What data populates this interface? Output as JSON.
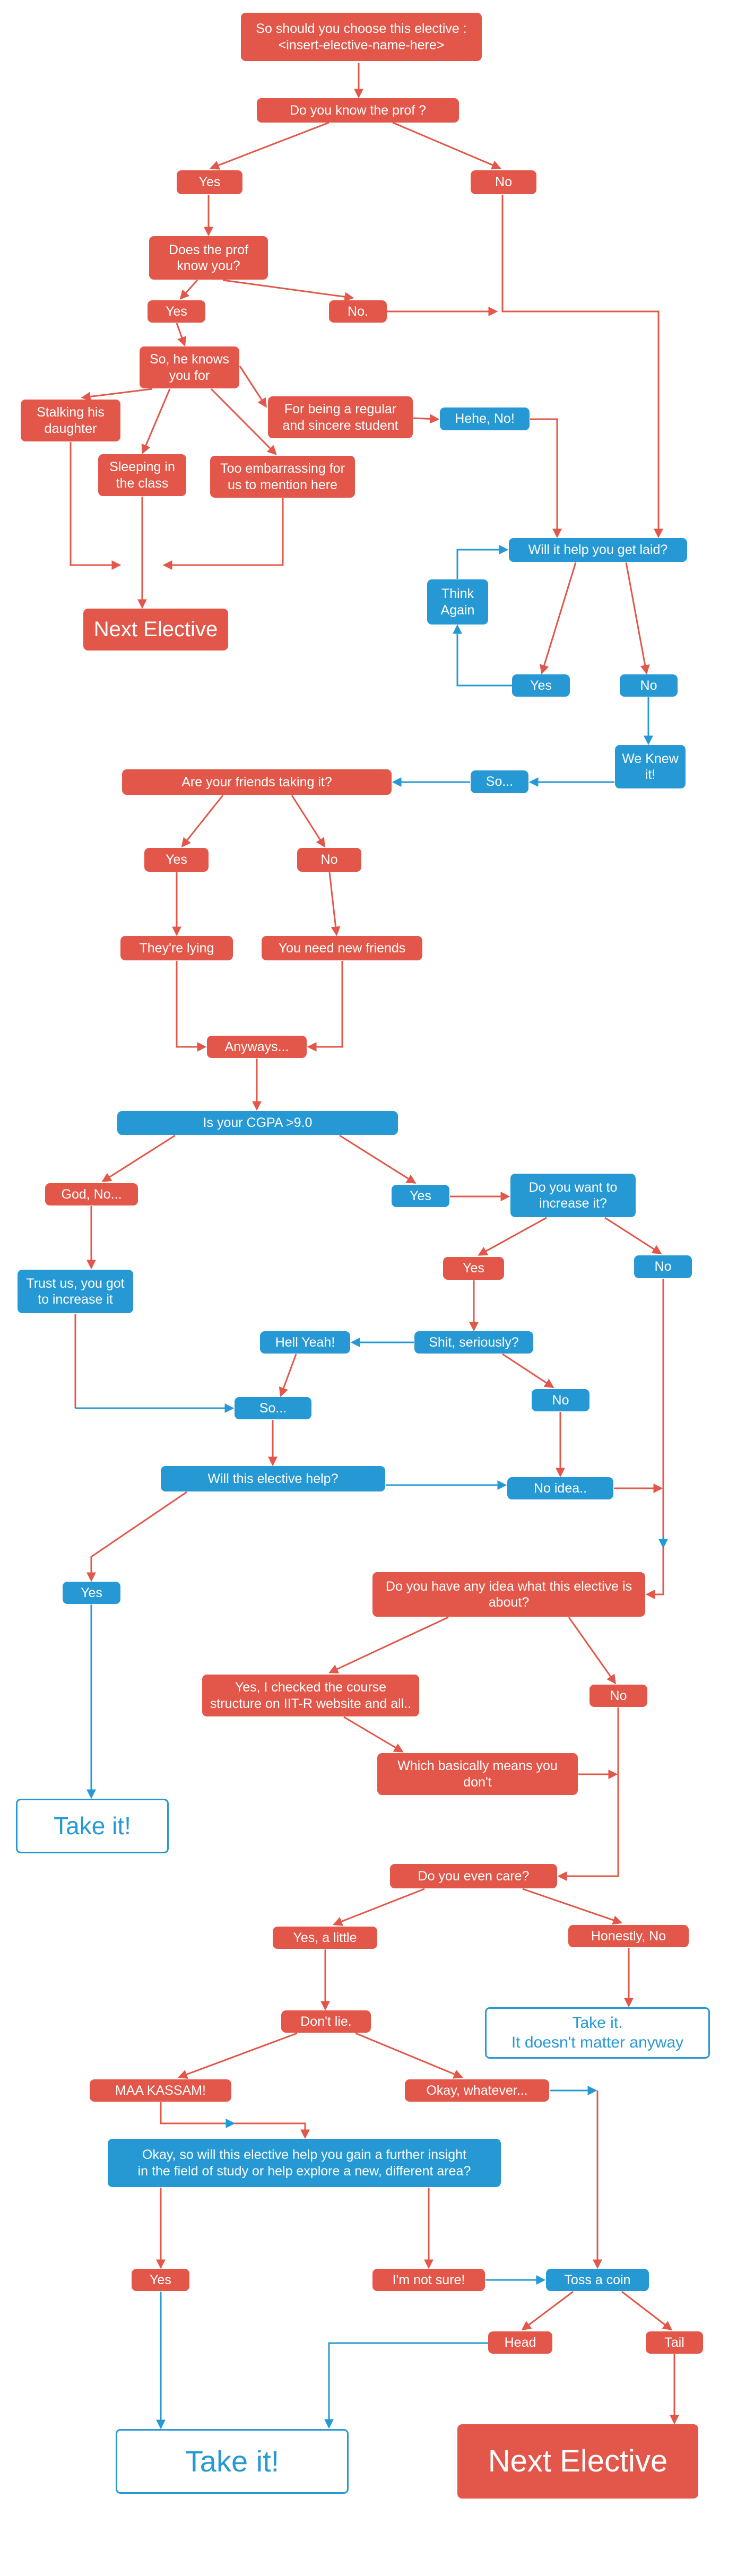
{
  "colors": {
    "red": "#e25749",
    "blue": "#2699d4",
    "background": "#ffffff"
  },
  "nodes": {
    "start": {
      "label": "So should you choose this elective :\n<insert-elective-name-here>"
    },
    "q-know-prof": {
      "label": "Do you know the prof ?"
    },
    "yes-know-prof": {
      "label": "Yes"
    },
    "no-know-prof": {
      "label": "No"
    },
    "q-prof-know-you": {
      "label": "Does the prof know you?"
    },
    "yes-prof-knows": {
      "label": "Yes"
    },
    "no-prof-knows": {
      "label": "No."
    },
    "knows-you-for": {
      "label": "So, he knows you for"
    },
    "stalking": {
      "label": "Stalking his daughter"
    },
    "regular-student": {
      "label": "For being a regular and sincere student"
    },
    "hehe-no": {
      "label": "Hehe, No!"
    },
    "sleeping": {
      "label": "Sleeping in the class"
    },
    "too-embarrassing": {
      "label": "Too embarrassing for us to mention here"
    },
    "will-get-laid": {
      "label": "Will it help you get laid?"
    },
    "think-again": {
      "label": "Think Again"
    },
    "next-elective-top": {
      "label": "Next Elective"
    },
    "laid-yes": {
      "label": "Yes"
    },
    "laid-no": {
      "label": "No"
    },
    "we-knew-it": {
      "label": "We Knew it!"
    },
    "so-1": {
      "label": "So..."
    },
    "friends-taking": {
      "label": "Are your friends taking it?"
    },
    "friends-yes": {
      "label": "Yes"
    },
    "friends-no": {
      "label": "No"
    },
    "theyre-lying": {
      "label": "They're lying"
    },
    "new-friends": {
      "label": "You need new friends"
    },
    "anyways": {
      "label": "Anyways..."
    },
    "cgpa": {
      "label": "Is your CGPA >9.0"
    },
    "god-no": {
      "label": "God, No..."
    },
    "cgpa-yes": {
      "label": "Yes"
    },
    "want-increase": {
      "label": "Do you want to increase it?"
    },
    "trust-us": {
      "label": "Trust us, you got to increase it"
    },
    "increase-yes": {
      "label": "Yes"
    },
    "increase-no": {
      "label": "No"
    },
    "hell-yeah": {
      "label": "Hell Yeah!"
    },
    "shit-seriously": {
      "label": "Shit, seriously?"
    },
    "seriously-no": {
      "label": "No"
    },
    "so-2": {
      "label": "So..."
    },
    "elective-help": {
      "label": "Will this elective help?"
    },
    "no-idea": {
      "label": "No idea.."
    },
    "help-yes": {
      "label": "Yes"
    },
    "any-idea": {
      "label": "Do you have any idea what this elective is about?"
    },
    "checked-structure": {
      "label": "Yes, I checked the course structure on IIT-R website and all.."
    },
    "idea-no": {
      "label": "No"
    },
    "basically-dont": {
      "label": "Which basically means you don't"
    },
    "take-it-1": {
      "label": "Take it!"
    },
    "even-care": {
      "label": "Do you even care?"
    },
    "yes-little": {
      "label": "Yes, a little"
    },
    "honestly-no": {
      "label": "Honestly, No"
    },
    "dont-lie": {
      "label": "Don't lie."
    },
    "take-it-2": {
      "label": "Take it.\nIt doesn't matter anyway"
    },
    "maa-kassam": {
      "label": "MAA KASSAM!"
    },
    "okay-whatever": {
      "label": "Okay, whatever..."
    },
    "big-question": {
      "label": "Okay, so will this elective help you gain a further insight\nin the field of study or help explore a new, different area?"
    },
    "final-yes": {
      "label": "Yes"
    },
    "not-sure": {
      "label": "I'm not sure!"
    },
    "toss-coin": {
      "label": "Toss a coin"
    },
    "head": {
      "label": "Head"
    },
    "tail": {
      "label": "Tail"
    },
    "take-it-big": {
      "label": "Take it!"
    },
    "next-elective-big": {
      "label": "Next Elective"
    }
  }
}
